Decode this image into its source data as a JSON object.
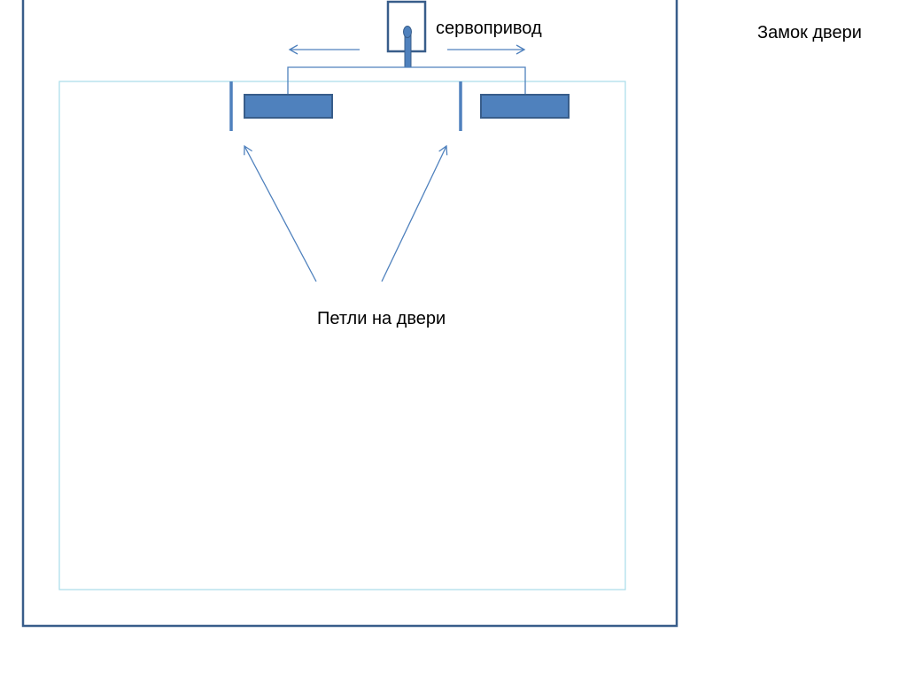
{
  "title": "Замок двери",
  "labels": {
    "servo": "сервопривод",
    "hinges": "Петли на двери"
  },
  "colors": {
    "frame": "#385d8a",
    "fill": "#4f81bd",
    "inner": "#a8dce8"
  }
}
